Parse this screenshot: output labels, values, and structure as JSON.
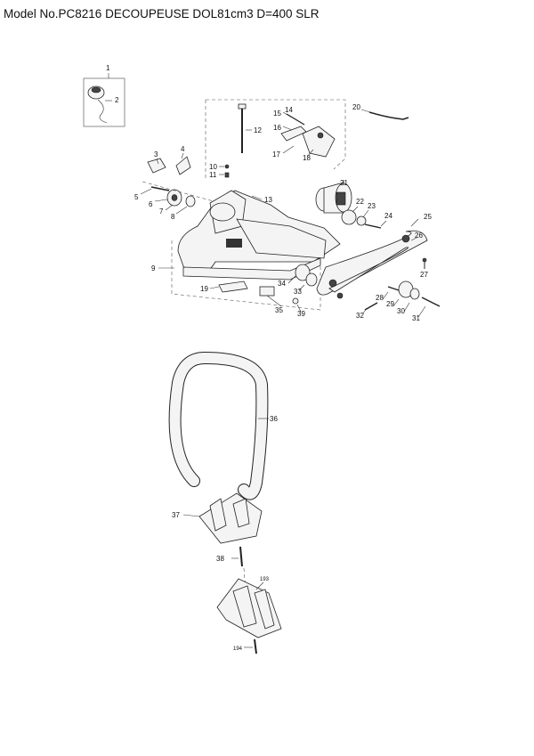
{
  "title": "Model No.PC8216 DECOUPEUSE DOL81cm3 D=400 SLR",
  "labels": {
    "l1": "1",
    "l2": "2",
    "l3": "3",
    "l4": "4",
    "l5": "5",
    "l6": "6",
    "l7": "7",
    "l8": "8",
    "l9": "9",
    "l10": "10",
    "l11": "11",
    "l12": "12",
    "l13": "13",
    "l14": "14",
    "l15": "15",
    "l16": "16",
    "l17": "17",
    "l18": "18",
    "l19": "19",
    "l20": "20",
    "l21": "21",
    "l22": "22",
    "l23": "23",
    "l24": "24",
    "l25": "25",
    "l26": "26",
    "l27": "27",
    "l28": "28",
    "l29": "29",
    "l30": "30",
    "l31": "31",
    "l32": "32",
    "l33": "33",
    "l34": "34",
    "l35": "35",
    "l36": "36",
    "l37": "37",
    "l38": "38",
    "l39": "39",
    "l193": "193",
    "l194": "194"
  }
}
